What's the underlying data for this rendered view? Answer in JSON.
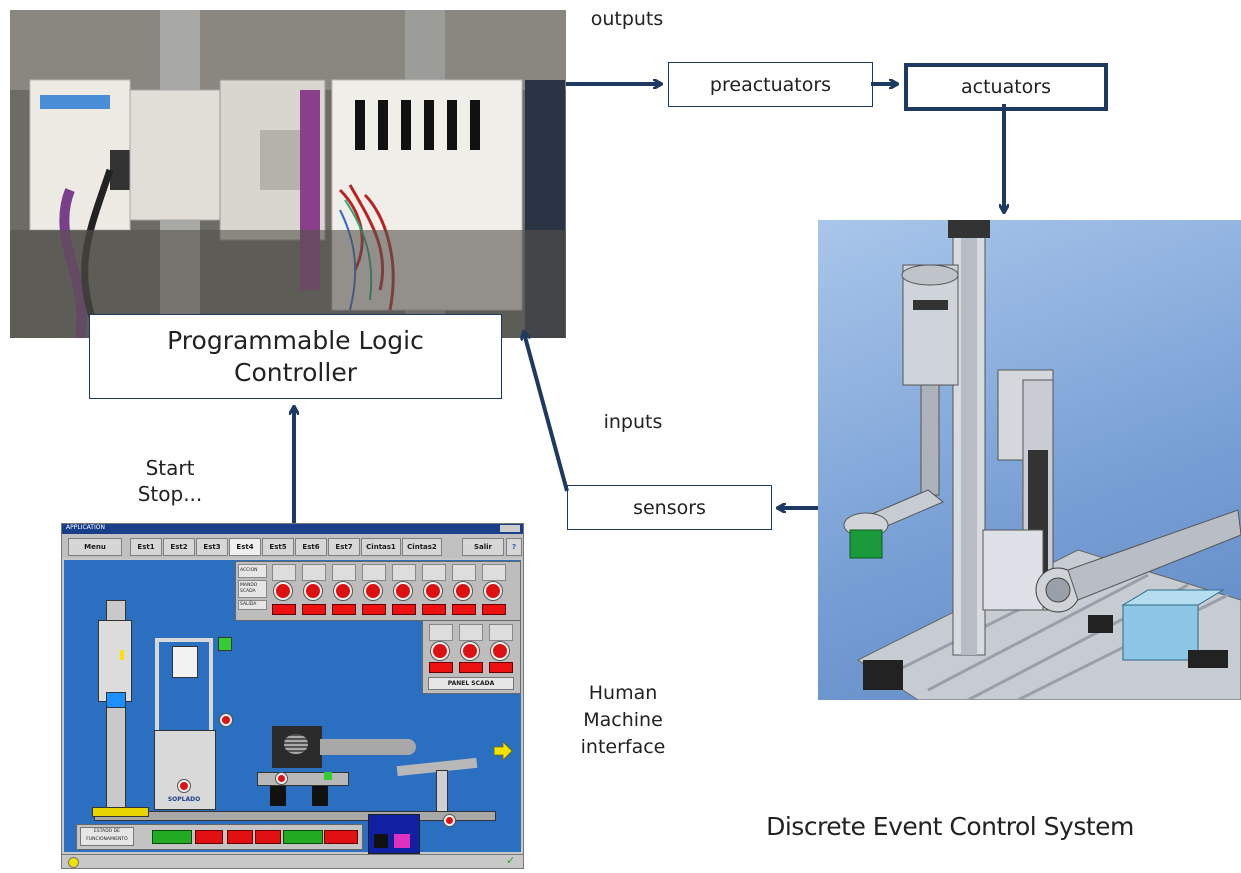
{
  "labels": {
    "outputs": "outputs",
    "inputs": "inputs",
    "start": "Start",
    "stop": "Stop...",
    "hmi": [
      "Human",
      "Machine",
      "interface"
    ],
    "system": "Discrete Event Control System"
  },
  "boxes": {
    "plc": [
      "Programmable Logic",
      "Controller"
    ],
    "preactuators": "preactuators",
    "actuators": "actuators",
    "sensors": "sensors"
  },
  "hmi_screen": {
    "title": "APPLICATION",
    "tabs": [
      "Menu",
      "Est1",
      "Est2",
      "Est3",
      "Est4",
      "Est5",
      "Est6",
      "Est7",
      "Cintas1",
      "Cintas2",
      "Salir",
      "?"
    ],
    "active_tab": "Est4",
    "row_labels": [
      "ACCION",
      "MANDO SCADA",
      "SALIDA"
    ],
    "panel_title": "PANEL SCADA",
    "status_label": "ESTADO DE FUNCIONAMIENTO",
    "soplado": "SOPLADO"
  },
  "colors": {
    "arrow": "#1f3a60",
    "hmi_background": "#2b6fc1",
    "status_red": "#e11111",
    "status_green": "#22aa22"
  },
  "icons": {
    "arrow": "arrow-head",
    "hmi_next": "yellow-right-arrow-icon"
  }
}
